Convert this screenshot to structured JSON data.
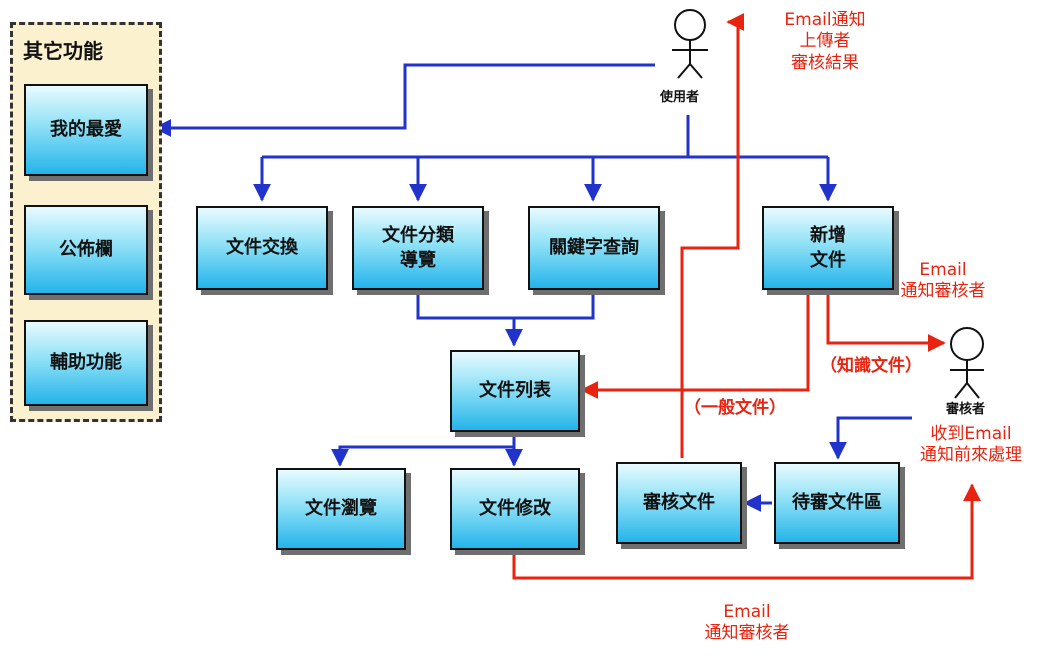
{
  "sidebar": {
    "title": "其它功能",
    "items": [
      "我的最愛",
      "公佈欄",
      "輔助功能"
    ]
  },
  "boxes": {
    "doc_exchange": "文件交換",
    "doc_category_line1": "文件分類",
    "doc_category_line2": "導覽",
    "keyword_search": "關鍵字查詢",
    "new_doc_line1": "新增",
    "new_doc_line2": "文件",
    "doc_list": "文件列表",
    "doc_browse": "文件瀏覽",
    "doc_edit": "文件修改",
    "review_doc": "審核文件",
    "pending_area": "待審文件區"
  },
  "actors": {
    "user": "使用者",
    "reviewer": "審核者"
  },
  "labels": {
    "email_top_line1": "Email通知",
    "email_top_line2": "上傳者",
    "email_top_line3": "審核結果",
    "email_right_line1": "Email",
    "email_right_line2": "通知審核者",
    "knowledge_doc": "（知識文件）",
    "general_doc": "（一般文件）",
    "received_line1": "收到Email",
    "received_line2": "通知前來處理",
    "email_bottom_line1": "Email",
    "email_bottom_line2": "通知審核者"
  },
  "colors": {
    "blue_arrow": "#2233cc",
    "red_arrow": "#e8230f",
    "box_top": "#e8fbff",
    "box_bottom": "#24b4ea",
    "panel_bg": "#fbf1cf"
  }
}
